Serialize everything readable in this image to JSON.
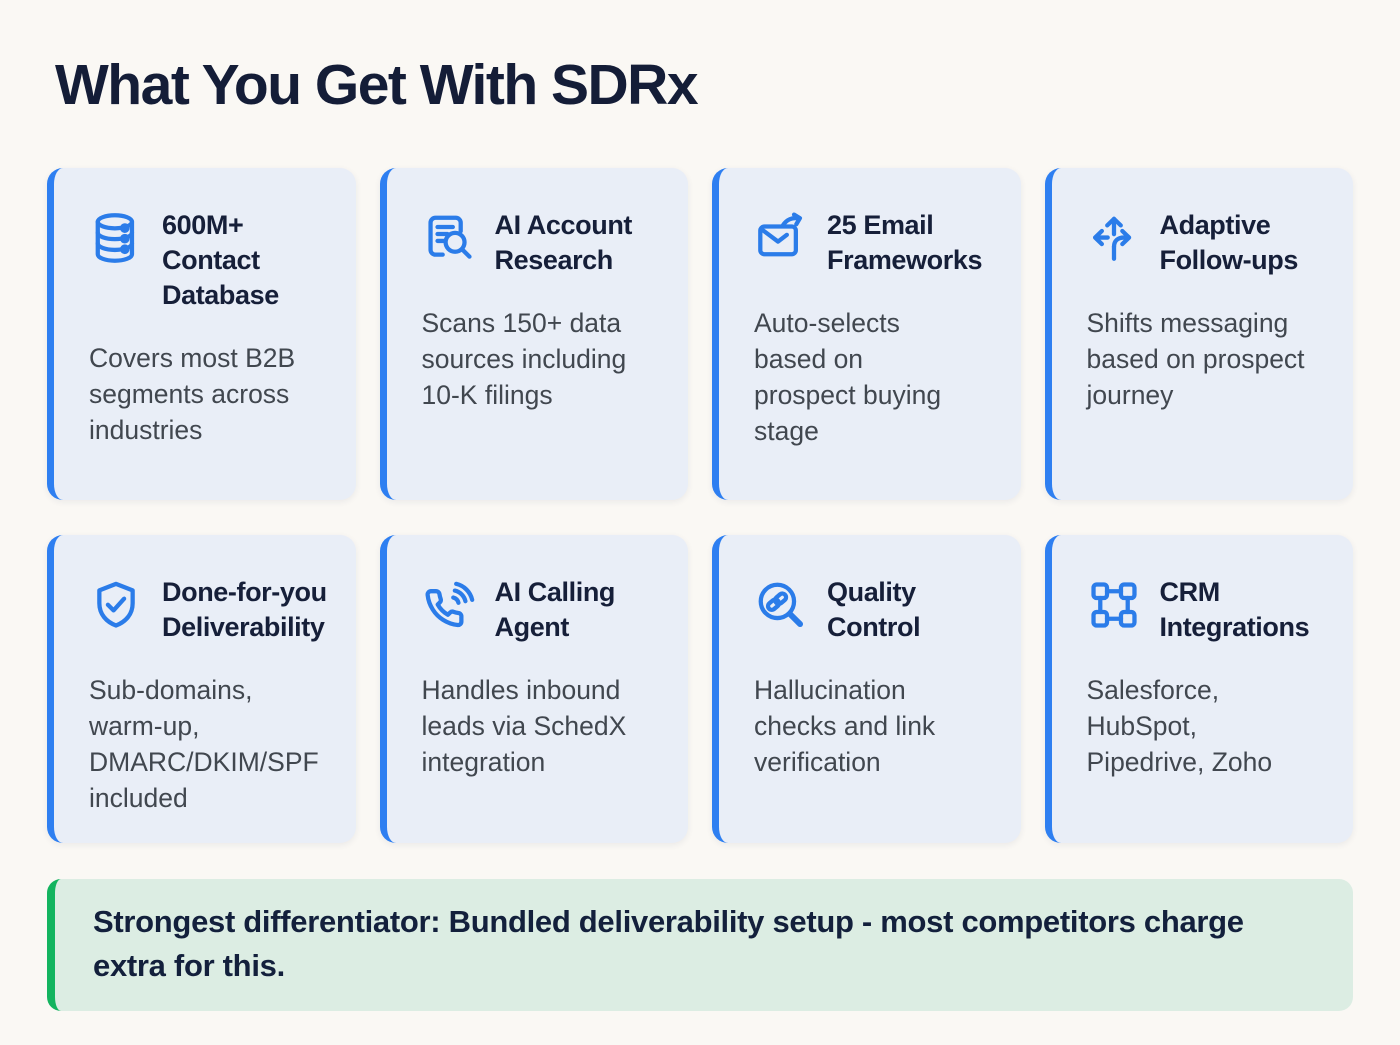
{
  "header": {
    "title": "What You Get With SDRx"
  },
  "colors": {
    "page_background": "#faf8f4",
    "card_background": "#e9eef7",
    "card_accent_blue": "#2e7ff1",
    "icon_blue": "#2b7ce9",
    "heading_navy": "#141d37",
    "body_text": "#41474f",
    "callout_background": "#dcede3",
    "callout_accent_green": "#13b45f"
  },
  "cards": [
    {
      "icon": "database-icon",
      "title": "600M+ Contact Database",
      "description": "Covers most B2B segments across industries"
    },
    {
      "icon": "document-search-icon",
      "title": "AI Account Research",
      "description": "Scans 150+ data sources including 10-K filings"
    },
    {
      "icon": "email-send-icon",
      "title": "25 Email Frameworks",
      "description": "Auto-selects based on prospect buying stage"
    },
    {
      "icon": "branch-arrows-icon",
      "title": "Adaptive Follow-ups",
      "description": "Shifts messaging based on prospect journey"
    },
    {
      "icon": "shield-check-icon",
      "title": "Done-for-you Deliverability",
      "description": "Sub-domains, warm-up, DMARC/DKIM/SPF included"
    },
    {
      "icon": "phone-waves-icon",
      "title": "AI Calling Agent",
      "description": "Handles inbound leads via SchedX integration"
    },
    {
      "icon": "search-link-icon",
      "title": "Quality Control",
      "description": "Hallucination checks and link verification"
    },
    {
      "icon": "network-nodes-icon",
      "title": "CRM Integrations",
      "description": "Salesforce, HubSpot, Pipedrive, Zoho"
    }
  ],
  "callout": {
    "text": "Strongest differentiator: Bundled deliverability setup - most competitors charge extra for this."
  }
}
